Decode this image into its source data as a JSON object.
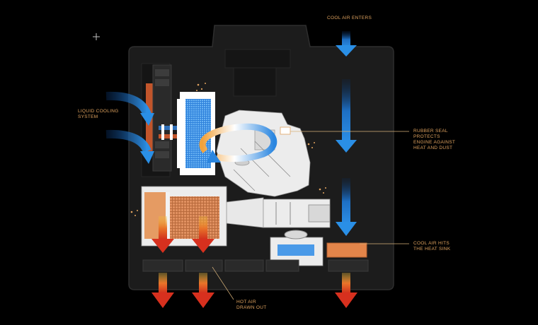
{
  "labels": {
    "cool_air_enters": "COOL AIR ENTERS",
    "liquid_cooling": [
      "LIQUID COOLING",
      "SYSTEM"
    ],
    "rubber_seal": [
      "RUBBER SEAL",
      "PROTECTS",
      "ENGINE AGAINST",
      "HEAT AND DUST"
    ],
    "cool_air_hits": [
      "COOL AIR HITS",
      "THE HEAT SINK"
    ],
    "hot_air": [
      "HOT AIR",
      "DRAWN OUT"
    ]
  },
  "colors": {
    "background": "#000000",
    "housing": "#1c1c1c",
    "label_text": "#e0a35f",
    "cool_air": "#1e7fd8",
    "hot_air": "#d7301e",
    "heat_sink": "#e3854a"
  },
  "icons": [
    "crosshair-icon",
    "dust-particles-icon"
  ]
}
